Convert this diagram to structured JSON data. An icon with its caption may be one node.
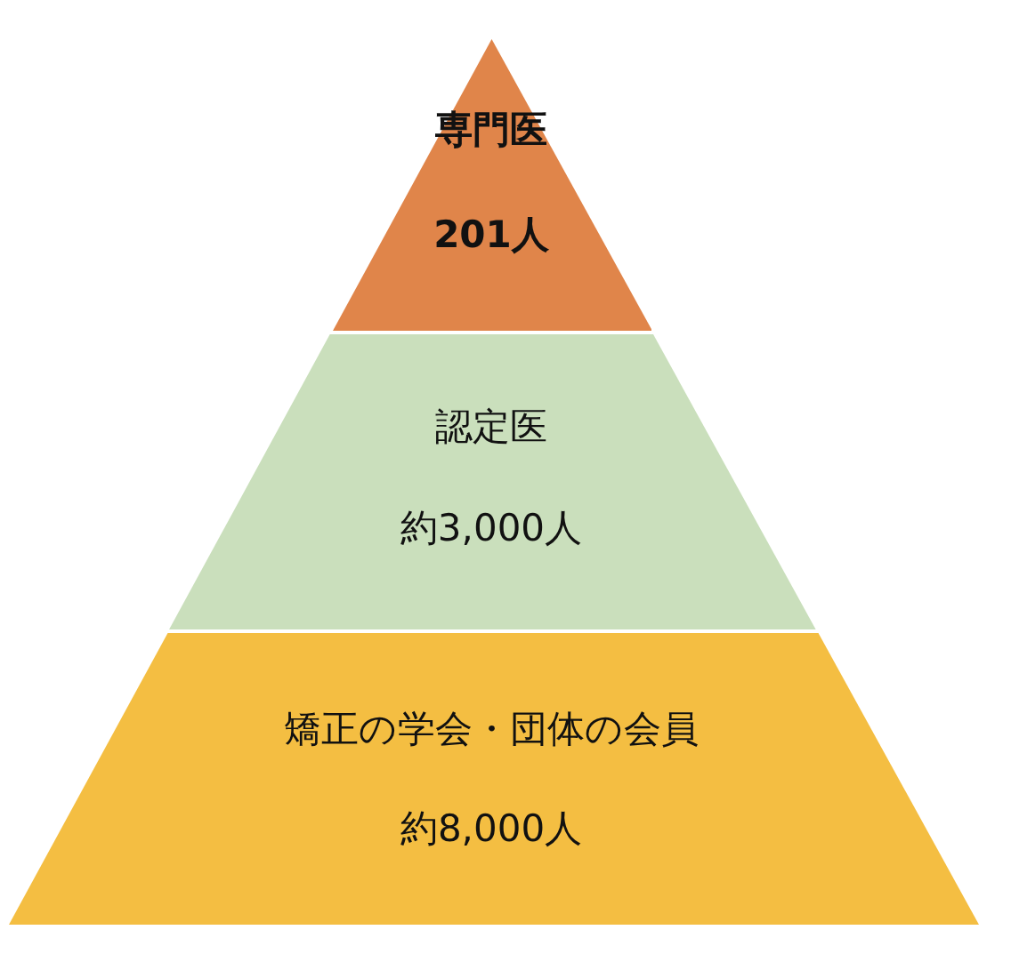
{
  "diagram": {
    "nodes": [
      {
        "text": [
          "専門医",
          "201人"
        ]
      },
      {
        "text": [
          "認定医",
          "約3,000人"
        ]
      },
      {
        "text": [
          "矯正の学会・団体の会員",
          "約8,000人"
        ]
      }
    ]
  }
}
